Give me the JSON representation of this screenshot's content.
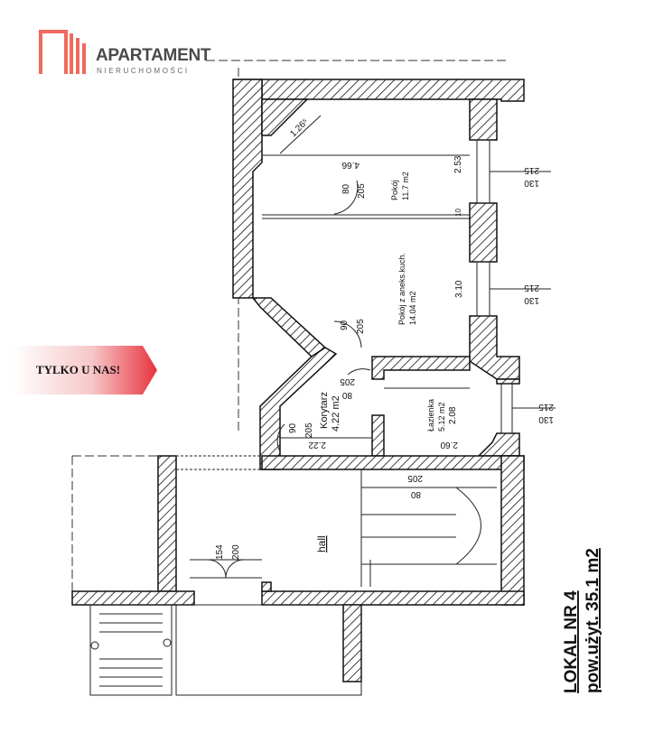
{
  "brand": {
    "name": "APARTAMENT",
    "tagline": "NIERUCHOMOŚCI",
    "color": "#ef6b5e"
  },
  "badge": {
    "label": "TYLKO U NAS!",
    "color": "#e8333d"
  },
  "plan": {
    "title": "LOKAL NR 4",
    "subtitle": "pow.użyt. 35.1 m2",
    "rooms": {
      "pokoj": {
        "name": "Pokój",
        "area": "11.7 m2"
      },
      "pokoj_aneks": {
        "name": "Pokój z aneks.kuch.",
        "area": "14.04 m2"
      },
      "korytarz": {
        "name": "Korytarz",
        "area": "4.22 m2"
      },
      "lazienka": {
        "name": "Łazienka",
        "area": "5.12 m2"
      },
      "hall": {
        "name": "hall"
      }
    },
    "dims": {
      "d126": "1.26⁵",
      "d466": "4.66",
      "d253": "2.53",
      "d10": "10",
      "d310": "3.10",
      "d80a": "80",
      "d205a": "205",
      "d90a": "90",
      "d205b": "205",
      "d205c": "205",
      "d80b": "80",
      "d90b": "90",
      "d205d": "205",
      "d222": "2.22",
      "d208": "2.08",
      "d260": "2.60",
      "d205e": "205",
      "d80c": "80",
      "d154": "154",
      "d200": "200",
      "w215a": "215",
      "w130a": "130",
      "w215b": "215",
      "w130b": "130",
      "w215c": "215",
      "w130c": "130"
    }
  }
}
